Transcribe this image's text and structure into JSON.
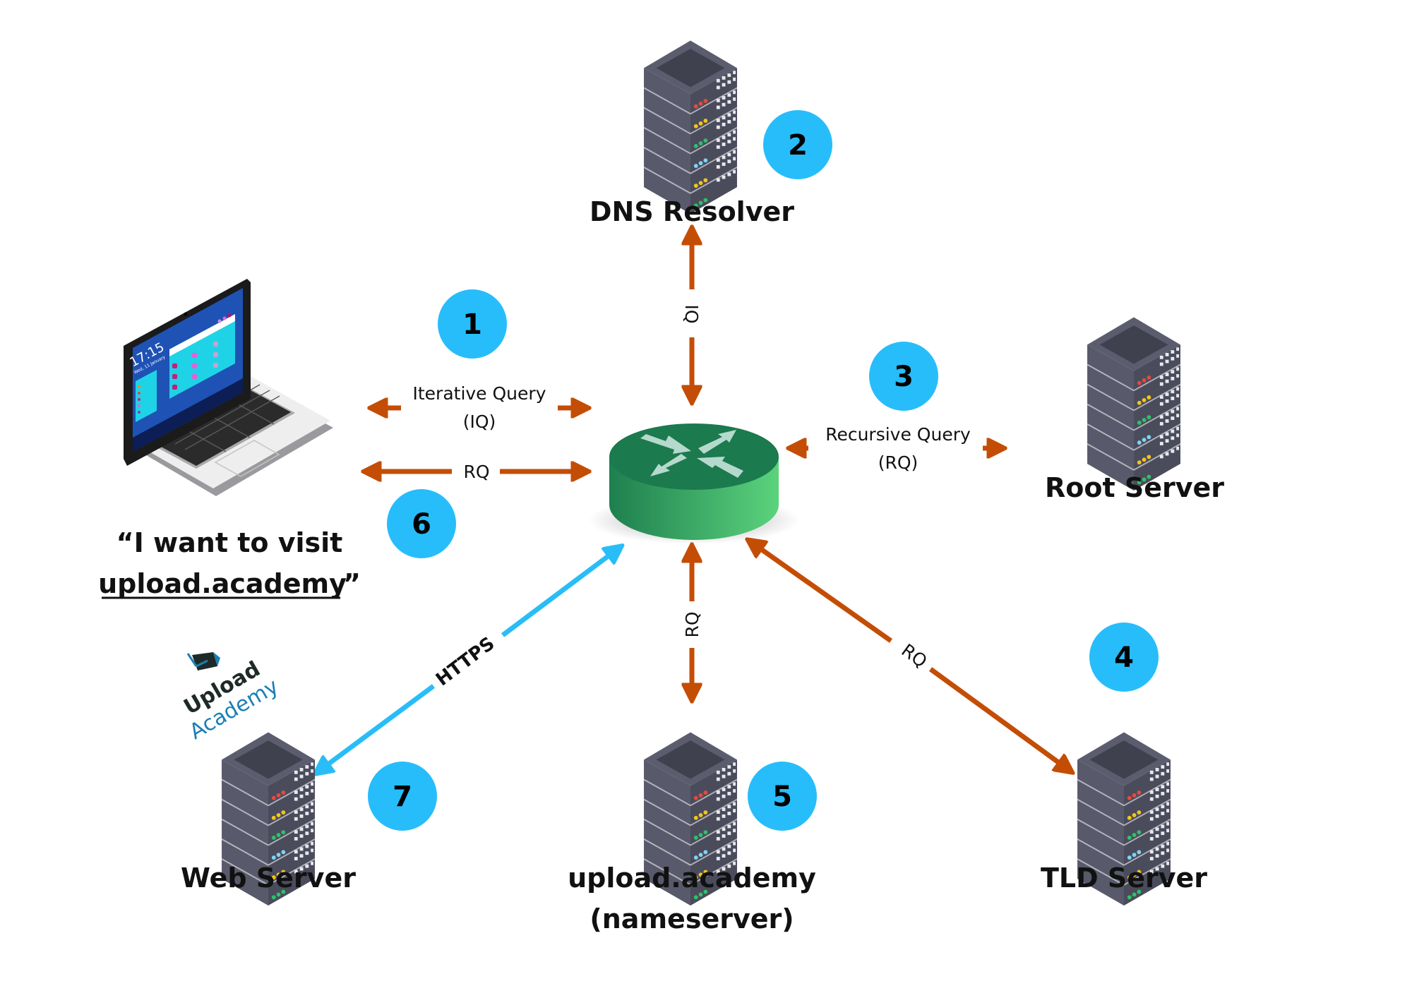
{
  "colors": {
    "arrow_orange": "#c44d05",
    "arrow_blue": "#29bdf7",
    "badge_blue": "#27bdfb",
    "router_top": "#1b7a4e",
    "router_side_dark": "#1e7f4f",
    "router_side_light": "#5bd37c",
    "router_arrows": "#b5d9cd",
    "server_dark": "#4a4c5c",
    "server_top": "#3f414e",
    "server_side": "#5b5d6e",
    "logo_dark": "#1e2a28",
    "logo_blue": "#1a7fb5"
  },
  "nodes": {
    "dns_resolver": {
      "label": "DNS Resolver",
      "icon": "server-rack-icon"
    },
    "root_server": {
      "label": "Root Server",
      "icon": "server-rack-icon"
    },
    "tld_server": {
      "label": "TLD Server",
      "icon": "server-rack-icon"
    },
    "nameserver": {
      "label_line1": "upload.academy",
      "label_line2": "(nameserver)",
      "icon": "server-rack-icon"
    },
    "web_server": {
      "label": "Web Server",
      "icon": "server-rack-icon"
    },
    "router": {
      "icon": "router-icon"
    },
    "client": {
      "icon": "laptop-icon",
      "quote_line1": "“I want to visit",
      "quote_link": "upload.academy",
      "quote_close": "”",
      "screen_time": "17:15",
      "screen_date": "Wed, 11 January"
    }
  },
  "logo": {
    "line1": "Upload",
    "line2": "Academy"
  },
  "badges": [
    "1",
    "2",
    "3",
    "4",
    "5",
    "6",
    "7"
  ],
  "edges": {
    "client_router_iq": {
      "label_line1": "Iterative Query",
      "label_line2": "(IQ)"
    },
    "client_router_rq": {
      "label": "RQ"
    },
    "router_dns": {
      "label": "IQ"
    },
    "router_root": {
      "label_line1": "Recursive Query",
      "label_line2": "(RQ)"
    },
    "router_nameserver": {
      "label": "RQ"
    },
    "router_tld": {
      "label": "RQ"
    },
    "router_web": {
      "label": "HTTPS"
    }
  }
}
